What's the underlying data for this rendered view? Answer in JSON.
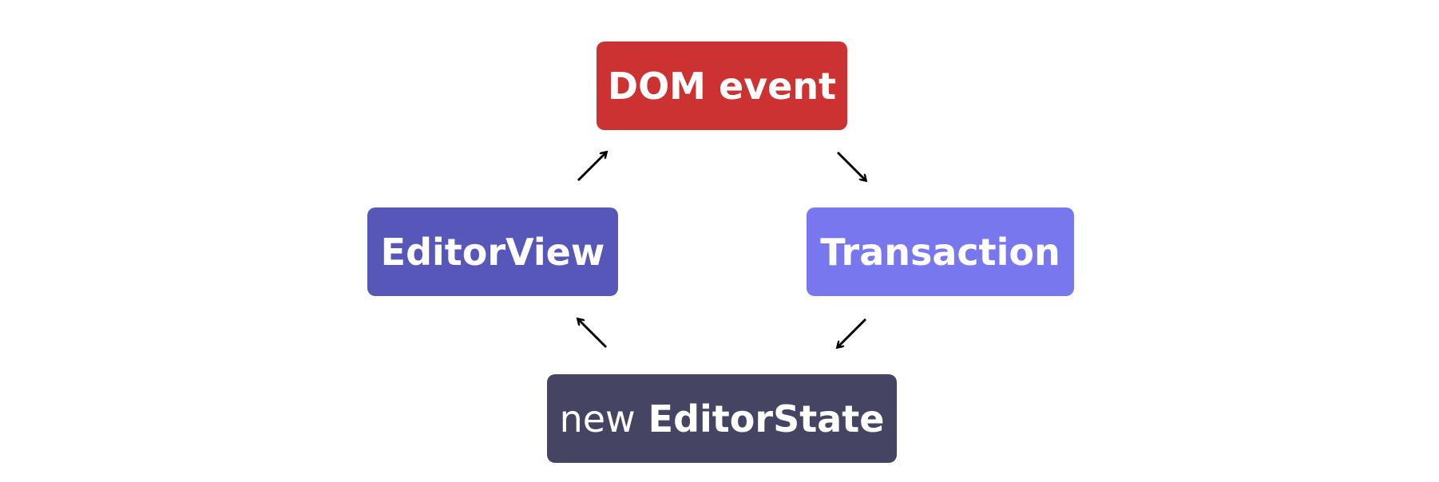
{
  "nodes": {
    "dom_event": {
      "label": "DOM event",
      "color": "#cc3232"
    },
    "editor_view": {
      "label": "EditorView",
      "color": "#5756b9"
    },
    "transaction": {
      "label": "Transaction",
      "color": "#7877ee"
    },
    "editor_state": {
      "prefix": "new",
      "label": "EditorState",
      "color": "#454563"
    }
  },
  "arrow_color": "#000000"
}
